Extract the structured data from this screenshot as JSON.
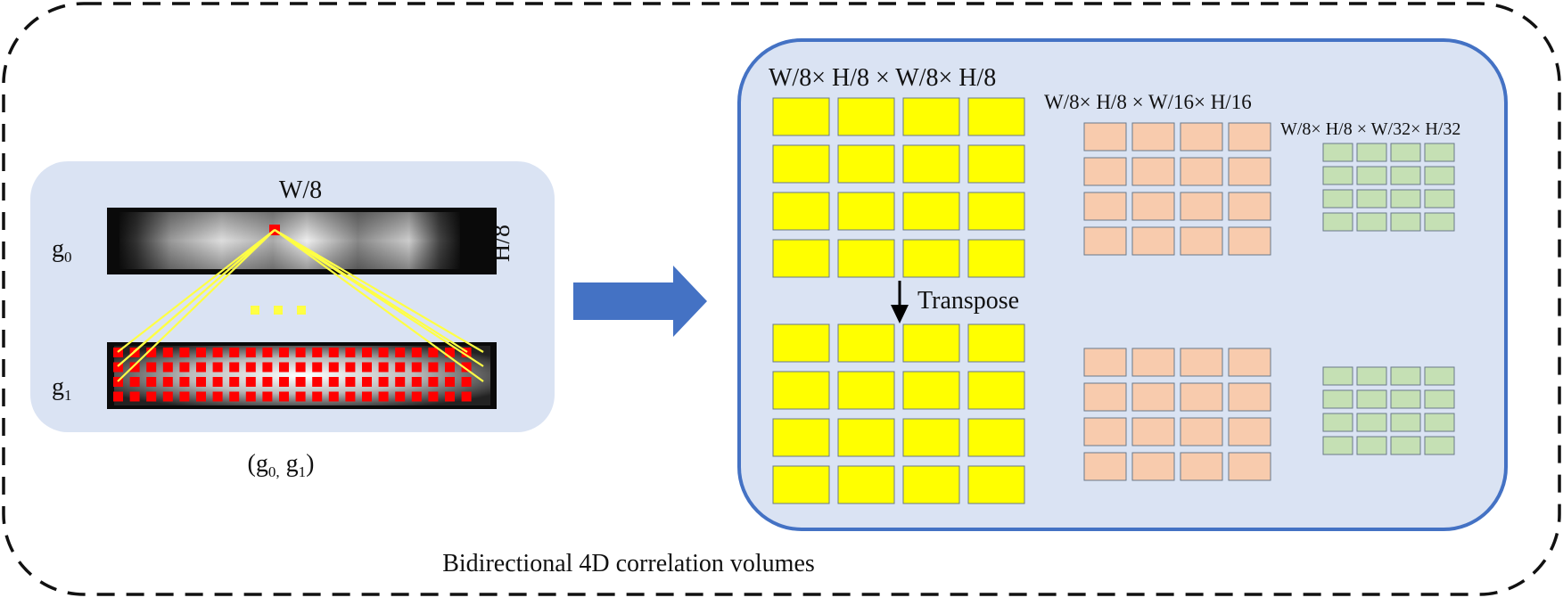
{
  "caption": "Bidirectional 4D correlation volumes",
  "left_panel": {
    "width_label": "W/8",
    "height_label": "H/8",
    "g0_base": "g",
    "g0_sub": "0",
    "g1_base": "g",
    "g1_sub": "1",
    "pair_open": "(g",
    "pair_sub0": "0,",
    "pair_mid": " g",
    "pair_sub1": "1",
    "pair_close": ")",
    "ellipsis_count": 3
  },
  "right_panel": {
    "volume_large_label": "W/8× H/8 × W/8× H/8",
    "volume_medium_label": "W/8× H/8 × W/16× H/16",
    "volume_small_label": "W/8× H/8 × W/32× H/32",
    "transpose_label": "Transpose",
    "grid_rows": 4,
    "grid_cols": 4
  },
  "colors": {
    "panel_fill": "#dae3f3",
    "panel_border": "#4472c4",
    "arrow": "#4472c4",
    "large_cell": "#ffff00",
    "medium_cell": "#f8cbad",
    "small_cell": "#c5e0b4",
    "highlight": "#ff0000",
    "connector": "#ffff44"
  }
}
